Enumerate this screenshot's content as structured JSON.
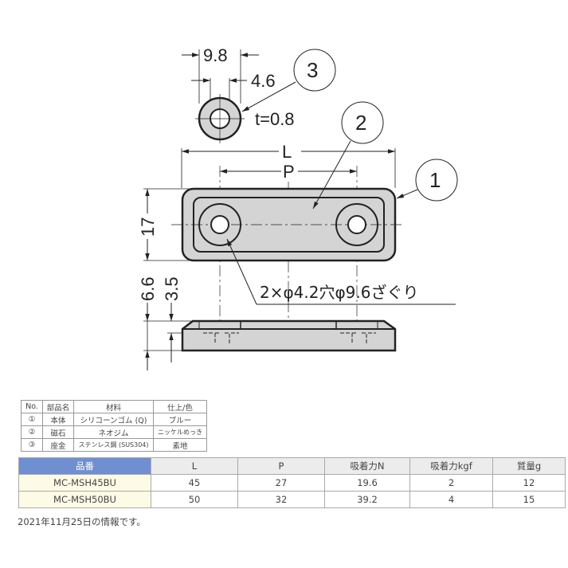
{
  "drawing": {
    "washer": {
      "outer_dim": "9.8",
      "inner_dim": "4.6",
      "thickness": "t=0.8",
      "callout": "3"
    },
    "top_view": {
      "length_label": "L",
      "pitch_label": "P",
      "height_dim": "17",
      "callout_magnet": "2",
      "callout_body": "1",
      "hole_note": "2×φ4.2穴φ9.6ざぐり"
    },
    "side_view": {
      "total_height_dim": "6.6",
      "step_height_dim": "3.5"
    },
    "colors": {
      "part_fill": "#d4d4d4",
      "line": "#222222"
    }
  },
  "parts_table": {
    "headers": [
      "No.",
      "部品名",
      "材料",
      "仕上/色"
    ],
    "rows": [
      {
        "no": "①",
        "name": "本体",
        "material": "シリコーンゴム (Q)",
        "finish": "ブルー"
      },
      {
        "no": "②",
        "name": "磁石",
        "material": "ネオジム",
        "finish": "ニッケルめっき"
      },
      {
        "no": "③",
        "name": "座金",
        "material": "ステンレス鋼 (SUS304)",
        "finish": "素地"
      }
    ]
  },
  "spec_table": {
    "headers": [
      "品番",
      "L",
      "P",
      "吸着力N",
      "吸着力kgf",
      "質量g"
    ],
    "rows": [
      {
        "part_no": "MC-MSH45BU",
        "L": "45",
        "P": "27",
        "force_n": "19.6",
        "force_kgf": "2",
        "mass_g": "12"
      },
      {
        "part_no": "MC-MSH50BU",
        "L": "50",
        "P": "32",
        "force_n": "39.2",
        "force_kgf": "4",
        "mass_g": "15"
      }
    ],
    "colors": {
      "header_key_bg": "#6f8fd0",
      "key_col_bg": "#fdfbe6",
      "header_bg": "#ececec"
    }
  },
  "footnote": "2021年11月25日の情報です。"
}
